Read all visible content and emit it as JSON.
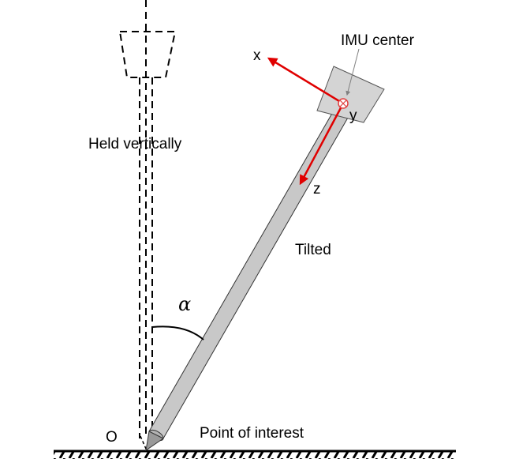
{
  "diagram": {
    "title": "Tilted pole IMU orientation",
    "labels": {
      "held_vertically": "Held vertically",
      "tilted": "Tilted",
      "imu_center": "IMU center",
      "point_of_interest": "Point of interest",
      "origin": "O",
      "angle": "α",
      "axis_x": "x",
      "axis_y": "y",
      "axis_z": "z"
    },
    "colors": {
      "axis": "#e00000",
      "pole_fill": "#c8c8c8",
      "imu_fill": "#d4d4d4",
      "outline": "#000000"
    }
  }
}
